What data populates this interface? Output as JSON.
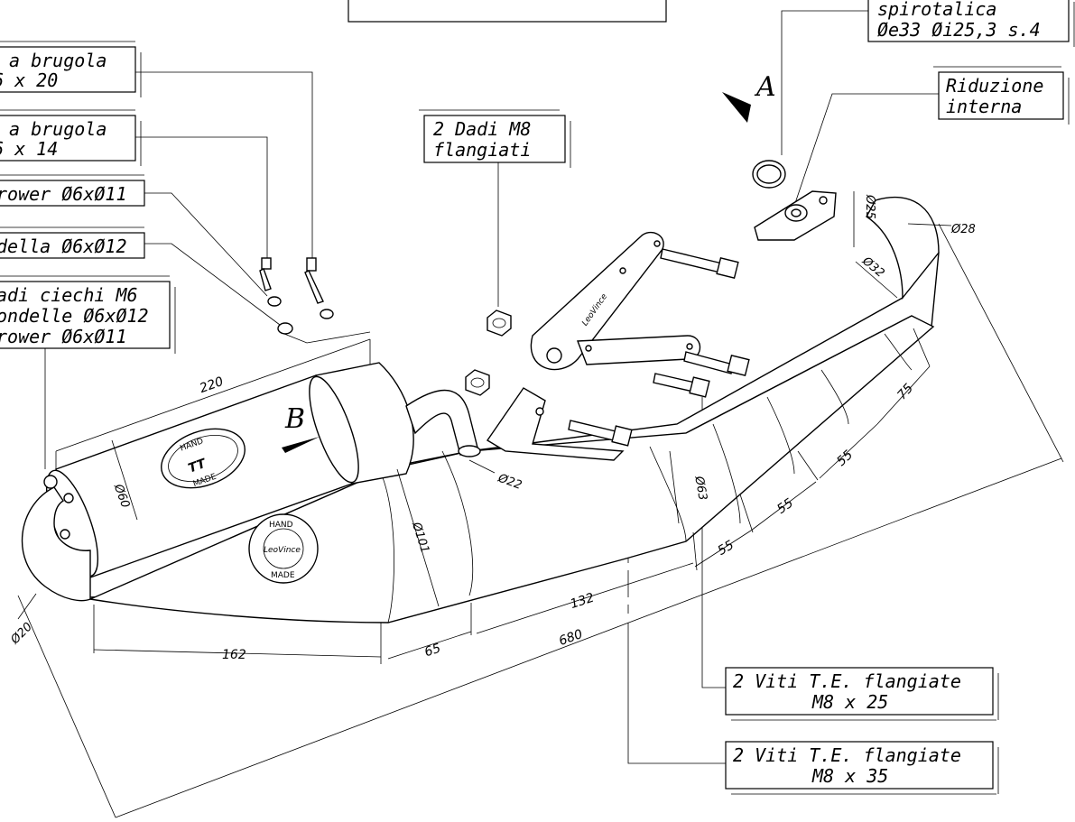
{
  "labels": {
    "brugola_20": [
      "a brugola",
      "6 x 20"
    ],
    "brugola_14": [
      "a brugola",
      "6 x 14"
    ],
    "grower_top": "rower Ø6xØ11",
    "rondella_top": "della Ø6xØ12",
    "dadi_ciechi": [
      "adi ciechi M6",
      "ondelle Ø6xØ12",
      "rower Ø6xØ11"
    ],
    "dadi_m8": [
      "2 Dadi M8",
      "flangiati"
    ],
    "spirotalica": [
      "spirotalica",
      "Øe33 Øi25,3 s.4"
    ],
    "riduzione": [
      "Riduzione",
      "interna"
    ],
    "viti_25": [
      "2 Viti T.E. flangiate",
      "M8 x 25"
    ],
    "viti_35": [
      "2 Viti T.E. flangiate",
      "M8 x 35"
    ],
    "view_a": "A",
    "view_b": "B"
  },
  "dimensions": {
    "d220": "220",
    "d60": "Ø60",
    "d101": "Ø101",
    "d22": "Ø22",
    "d63": "Ø63",
    "d25": "Ø25",
    "d28": "Ø28",
    "d32": "Ø32",
    "d20": "Ø20",
    "d162": "162",
    "d65": "65",
    "d132": "132",
    "d680": "680",
    "d55a": "55",
    "d55b": "55",
    "d55c": "55",
    "d75": "75"
  },
  "logos": {
    "oval_top": "HAND",
    "oval_center": "TT",
    "oval_bottom": "MADE",
    "round_top": "HAND",
    "round_center": "LeoVince",
    "round_bottom": "MADE",
    "bracket_brand": "LeoVince"
  }
}
